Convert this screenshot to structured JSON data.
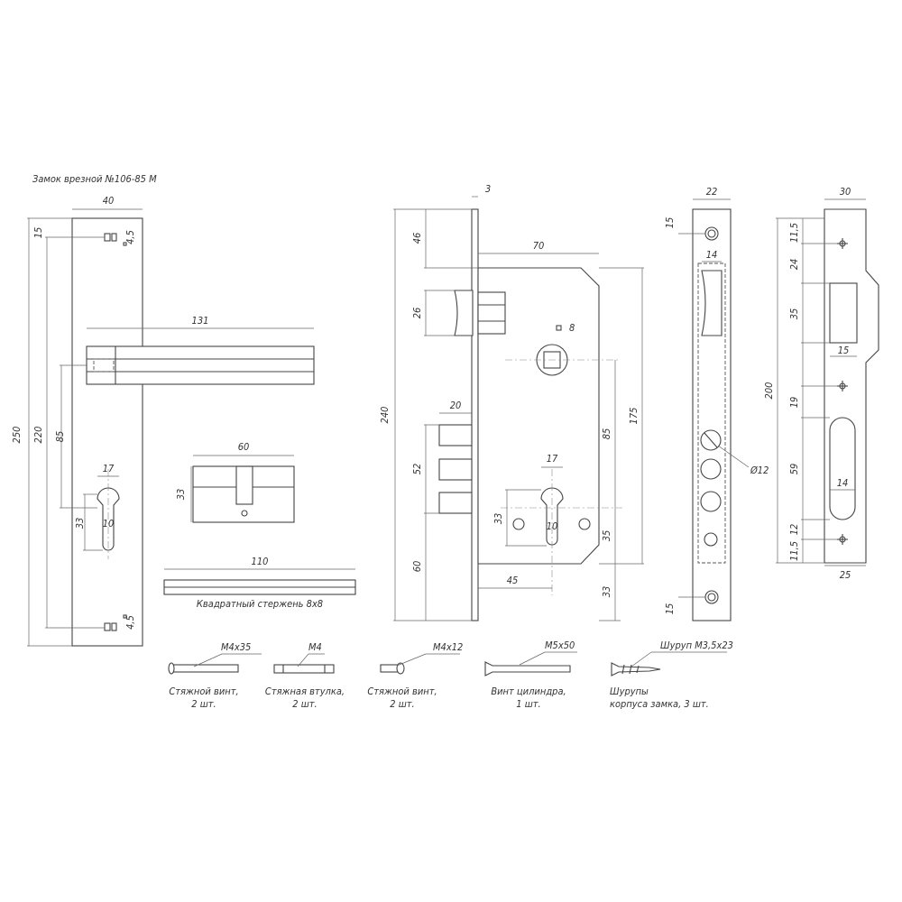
{
  "title": "Замок врезной №106-85 М",
  "handle_plate": {
    "width": "40",
    "height_total": "250",
    "height_inner": "220",
    "top_offset": "15",
    "hole_top": "4,5",
    "hole_bottom": "4,5",
    "handle_length": "131",
    "center_distance": "85",
    "cyl_width": "17",
    "cyl_height": "33",
    "cyl_bottom": "10"
  },
  "cylinder": {
    "length": "60",
    "height": "33"
  },
  "square_rod": {
    "length": "110",
    "label": "Квадратный стержень 8х8"
  },
  "lock_body": {
    "faceplate_thickness": "3",
    "backset": "70",
    "height": "240",
    "latch_top": "46",
    "latch_height": "26",
    "spindle": "8",
    "center": "175",
    "bolt_width": "20",
    "bolt_height": "52",
    "bottom": "60",
    "cc": "85",
    "cyl_width": "17",
    "cyl_height": "33",
    "cyl_bottom": "10",
    "cyl_backset": "45",
    "cyl_mid": "35",
    "base": "33"
  },
  "faceplate": {
    "width": "22",
    "top": "15",
    "latch_w": "14",
    "hole": "Ø12",
    "bottom": "15"
  },
  "strike": {
    "width": "30",
    "d1": "11,5",
    "d2": "24",
    "d3": "35",
    "d4": "15",
    "d5": "19",
    "d6": "59",
    "d7": "14",
    "d8": "12",
    "d9": "11,5",
    "height": "200",
    "bottom_w": "25"
  },
  "parts": [
    {
      "size": "М4х35",
      "name1": "Стяжной винт,",
      "name2": "2 шт."
    },
    {
      "size": "М4",
      "name1": "Стяжная втулка,",
      "name2": "2 шт."
    },
    {
      "size": "М4х12",
      "name1": "Стяжной винт,",
      "name2": "2 шт."
    },
    {
      "size": "М5х50",
      "name1": "Винт цилиндра,",
      "name2": "1 шт."
    },
    {
      "size": "Шуруп М3,5х23",
      "name1": "Шурупы",
      "name2": "корпуса замка, 3 шт."
    }
  ]
}
